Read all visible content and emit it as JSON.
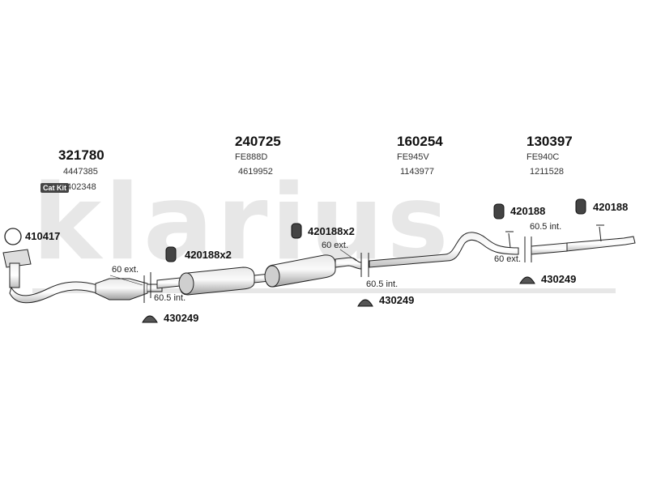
{
  "watermark": "klarius",
  "parts": [
    {
      "number": "321780",
      "oem": "4447385"
    },
    {
      "number": "240725",
      "code": "FE888D",
      "oem": "4619952"
    },
    {
      "number": "160254",
      "code": "FE945V",
      "oem": "1143977"
    },
    {
      "number": "130397",
      "code": "FE940C",
      "oem": "1211528"
    }
  ],
  "cat_kit": {
    "badge": "Cat Kit",
    "number": "402348"
  },
  "accessories": {
    "gasket": "410417",
    "rubber_1": "420188x2",
    "rubber_2": "420188x2",
    "rubber_3": "420188",
    "rubber_4": "420188",
    "clamp_1": "430249",
    "clamp_2": "430249",
    "clamp_3": "430249"
  },
  "dimensions": {
    "j1_ext": "60 ext.",
    "j1_int": "60.5 int.",
    "j2_ext": "60 ext.",
    "j2_int": "60.5 int.",
    "j3_int": "60.5 int.",
    "j3_ext": "60 ext."
  }
}
